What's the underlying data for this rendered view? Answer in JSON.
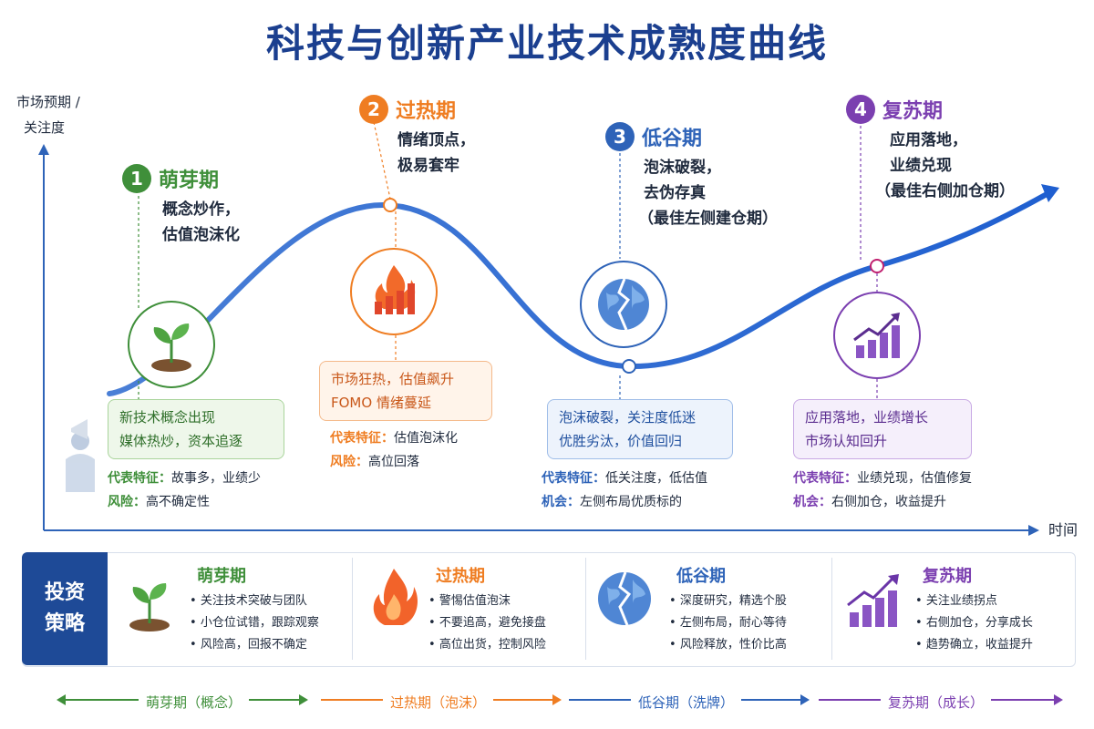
{
  "title": "科技与创新产业技术成熟度曲线",
  "axis": {
    "y_label_1": "市场预期 /",
    "y_label_2": "关注度",
    "x_label": "时间"
  },
  "phases": [
    {
      "num": "1",
      "name": "萌芽期",
      "desc1": "概念炒作，",
      "desc2": "估值泡沫化",
      "desc3": "",
      "box1": "新技术概念出现",
      "box2": "媒体热炒，资本追逐",
      "feat_label": "代表特征：",
      "feat_value": "故事多，业绩少",
      "risk_label": "风险：",
      "risk_value": "高不确定性",
      "color": "#3f8f3a"
    },
    {
      "num": "2",
      "name": "过热期",
      "desc1": "情绪顶点，",
      "desc2": "极易套牢",
      "desc3": "",
      "box1": "市场狂热，估值飙升",
      "box2": "FOMO 情绪蔓延",
      "feat_label": "代表特征：",
      "feat_value": "估值泡沫化",
      "risk_label": "风险：",
      "risk_value": "高位回落",
      "color": "#ef7d22"
    },
    {
      "num": "3",
      "name": "低谷期",
      "desc1": "泡沫破裂，",
      "desc2": "去伪存真",
      "desc3": "（最佳左侧建仓期）",
      "box1": "泡沫破裂，关注度低迷",
      "box2": "优胜劣汰，价值回归",
      "feat_label": "代表特征：",
      "feat_value": "低关注度，低估值",
      "risk_label": "机会：",
      "risk_value": "左侧布局优质标的",
      "color": "#2e63b8"
    },
    {
      "num": "4",
      "name": "复苏期",
      "desc1": "应用落地，",
      "desc2": "业绩兑现",
      "desc3": "（最佳右侧加仓期）",
      "box1": "应用落地，业绩增长",
      "box2": "市场认知回升",
      "feat_label": "代表特征：",
      "feat_value": "业绩兑现，估值修复",
      "risk_label": "机会：",
      "risk_value": "右侧加仓，收益提升",
      "color": "#7b3fb0"
    }
  ],
  "strategy": {
    "label1": "投资",
    "label2": "策略",
    "cols": [
      {
        "name": "萌芽期",
        "items": [
          "关注技术突破与团队",
          "小仓位试错，跟踪观察",
          "风险高，回报不确定"
        ]
      },
      {
        "name": "过热期",
        "items": [
          "警惕估值泡沫",
          "不要追高，避免接盘",
          "高位出货，控制风险"
        ]
      },
      {
        "name": "低谷期",
        "items": [
          "深度研究，精选个股",
          "左侧布局，耐心等待",
          "风险释放，性价比高"
        ]
      },
      {
        "name": "复苏期",
        "items": [
          "关注业绩拐点",
          "右侧加仓，分享成长",
          "趋势确立，收益提升"
        ]
      }
    ]
  },
  "timeline": [
    "萌芽期（概念）",
    "过热期（泡沫）",
    "低谷期（洗牌）",
    "复苏期（成长）"
  ],
  "icons": [
    "sprout-icon",
    "fire-chart-icon",
    "broken-globe-icon",
    "growth-chart-icon",
    "megaphone-person-icon"
  ]
}
